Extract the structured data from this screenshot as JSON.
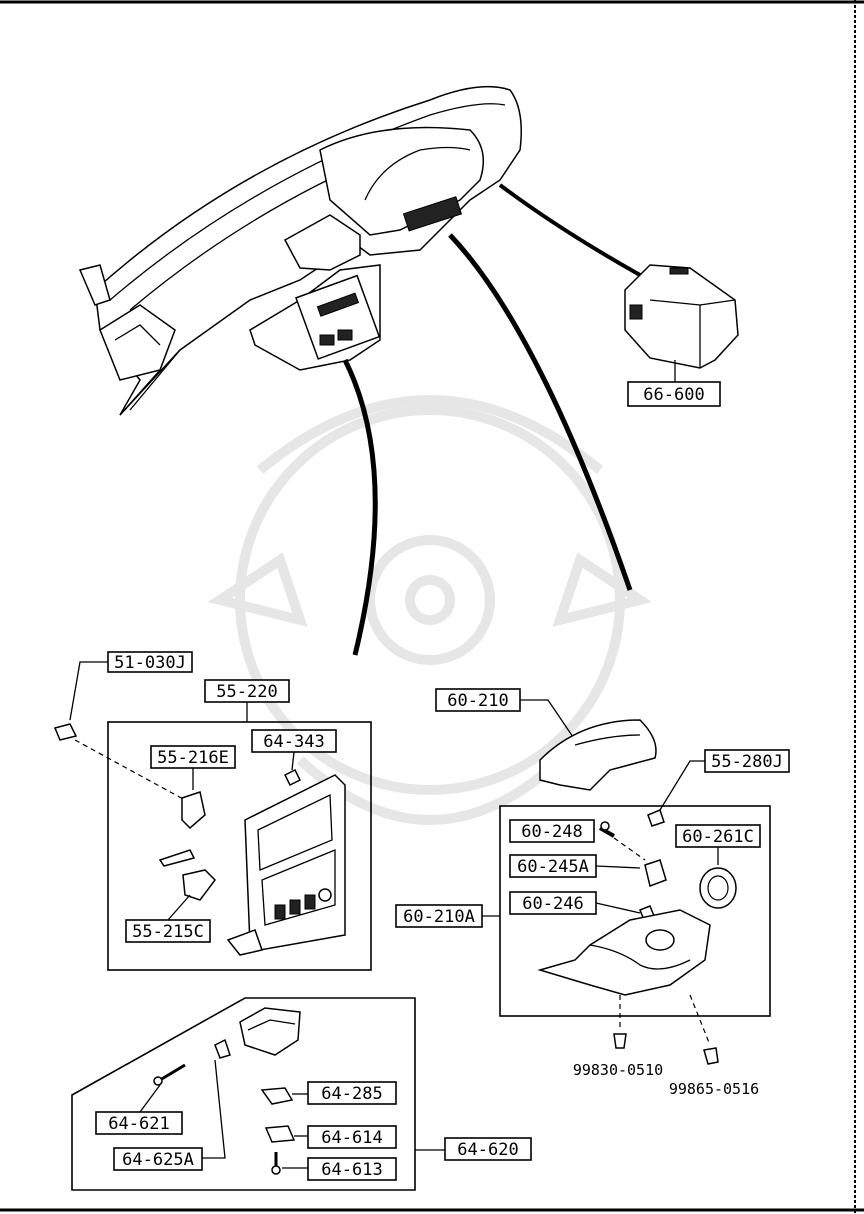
{
  "labels": {
    "l66_600": "66-600",
    "l51_030J": "51-030J",
    "l55_220": "55-220",
    "l55_216E": "55-216E",
    "l64_343": "64-343",
    "l55_215C": "55-215C",
    "l60_210": "60-210",
    "l55_280J": "55-280J",
    "l60_248": "60-248",
    "l60_261C": "60-261C",
    "l60_245A": "60-245A",
    "l60_246": "60-246",
    "l60_210A": "60-210A",
    "l99830_0510": "99830-0510",
    "l99865_0516": "99865-0516",
    "l64_285": "64-285",
    "l64_621": "64-621",
    "l64_614": "64-614",
    "l64_620": "64-620",
    "l64_625A": "64-625A",
    "l64_613": "64-613"
  }
}
